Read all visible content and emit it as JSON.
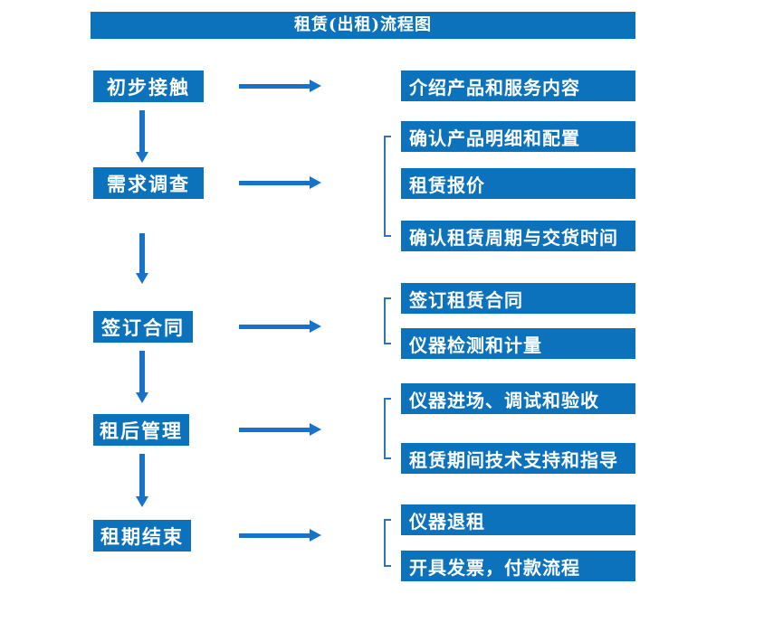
{
  "title": "租赁(出租)流程图",
  "colors": {
    "box_blue": "#0d72bc",
    "arrow_blue": "#1673c9",
    "bracket_blue": "#2f74b8",
    "text_white": "#ffffff",
    "background": "#ffffff"
  },
  "stages": [
    {
      "label": "初步接触",
      "outputs": [
        "介绍产品和服务内容"
      ]
    },
    {
      "label": "需求调查",
      "outputs": [
        "确认产品明细和配置",
        "租赁报价",
        "确认租赁周期与交货时间"
      ]
    },
    {
      "label": "签订合同",
      "outputs": [
        "签订租赁合同",
        "仪器检测和计量"
      ]
    },
    {
      "label": "租后管理",
      "outputs": [
        "仪器进场、调试和验收",
        "租赁期间技术支持和指导"
      ]
    },
    {
      "label": "租期结束",
      "outputs": [
        "仪器退租",
        "开具发票，付款流程"
      ]
    }
  ]
}
